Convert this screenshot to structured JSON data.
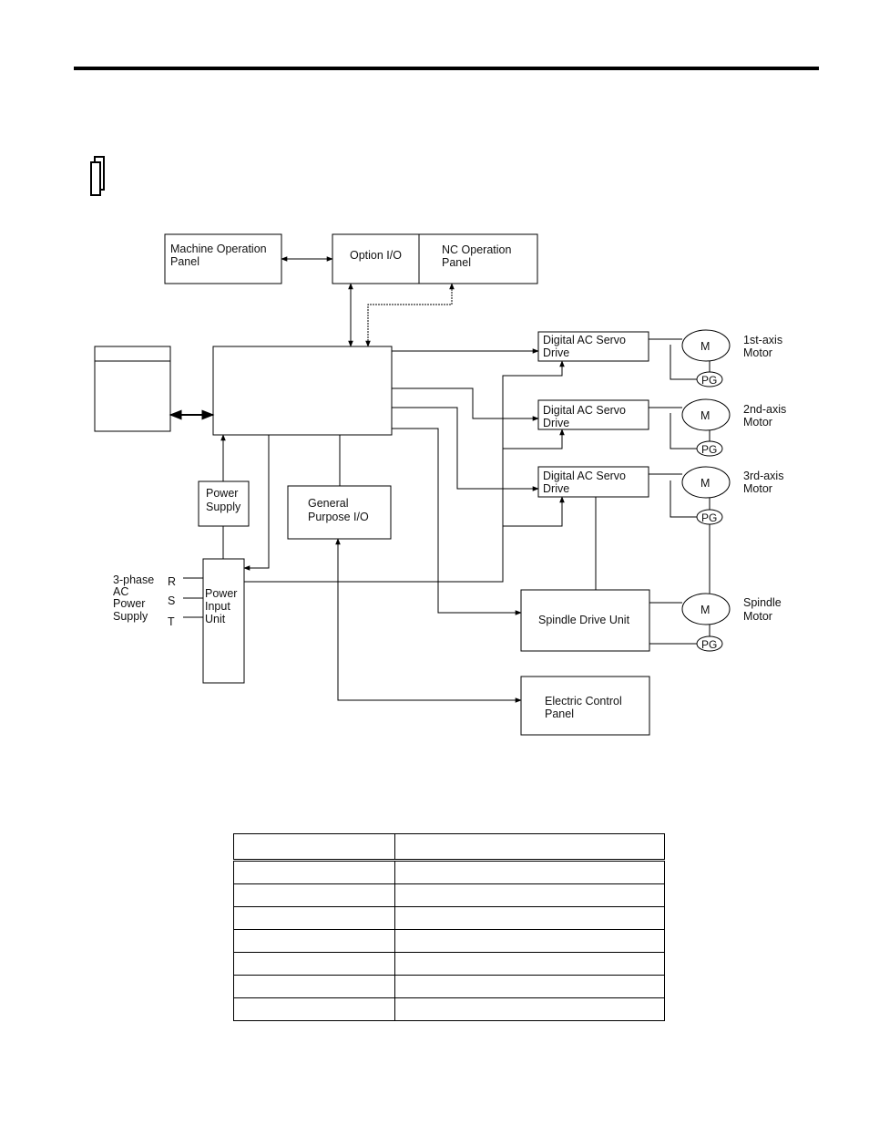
{
  "blocks": {
    "machine_operation_panel": [
      "Machine Operation",
      "Panel"
    ],
    "option_io": "Option I/O",
    "nc_operation_panel": [
      "NC Operation",
      "Panel"
    ],
    "power_supply": [
      "Power",
      "Supply"
    ],
    "general_purpose_io": [
      "General",
      "Purpose I/O"
    ],
    "power_input_unit": [
      "Power",
      "Input",
      "Unit"
    ],
    "servo_drive_1": [
      "Digital AC Servo",
      "Drive"
    ],
    "servo_drive_2": [
      "Digital AC Servo",
      "Drive"
    ],
    "servo_drive_3": [
      "Digital AC Servo",
      "Drive"
    ],
    "spindle_drive_unit": "Spindle Drive Unit",
    "electric_control_panel": [
      "Electric Control",
      "Panel"
    ]
  },
  "ac_supply": {
    "label": [
      "3-phase",
      "AC",
      "Power",
      "Supply"
    ],
    "phases": [
      "R",
      "S",
      "T"
    ]
  },
  "motors": {
    "motor_symbol": "M",
    "encoder_symbol": "PG",
    "axis_1": [
      "1st-axis",
      "Motor"
    ],
    "axis_2": [
      "2nd-axis",
      "Motor"
    ],
    "axis_3": [
      "3rd-axis",
      "Motor"
    ],
    "spindle": [
      "Spindle",
      "Motor"
    ]
  },
  "table": {
    "header": [
      "",
      ""
    ],
    "rows": [
      [
        "",
        ""
      ],
      [
        "",
        ""
      ],
      [
        "",
        ""
      ],
      [
        "",
        ""
      ],
      [
        "",
        ""
      ],
      [
        "",
        ""
      ],
      [
        "",
        ""
      ]
    ]
  }
}
